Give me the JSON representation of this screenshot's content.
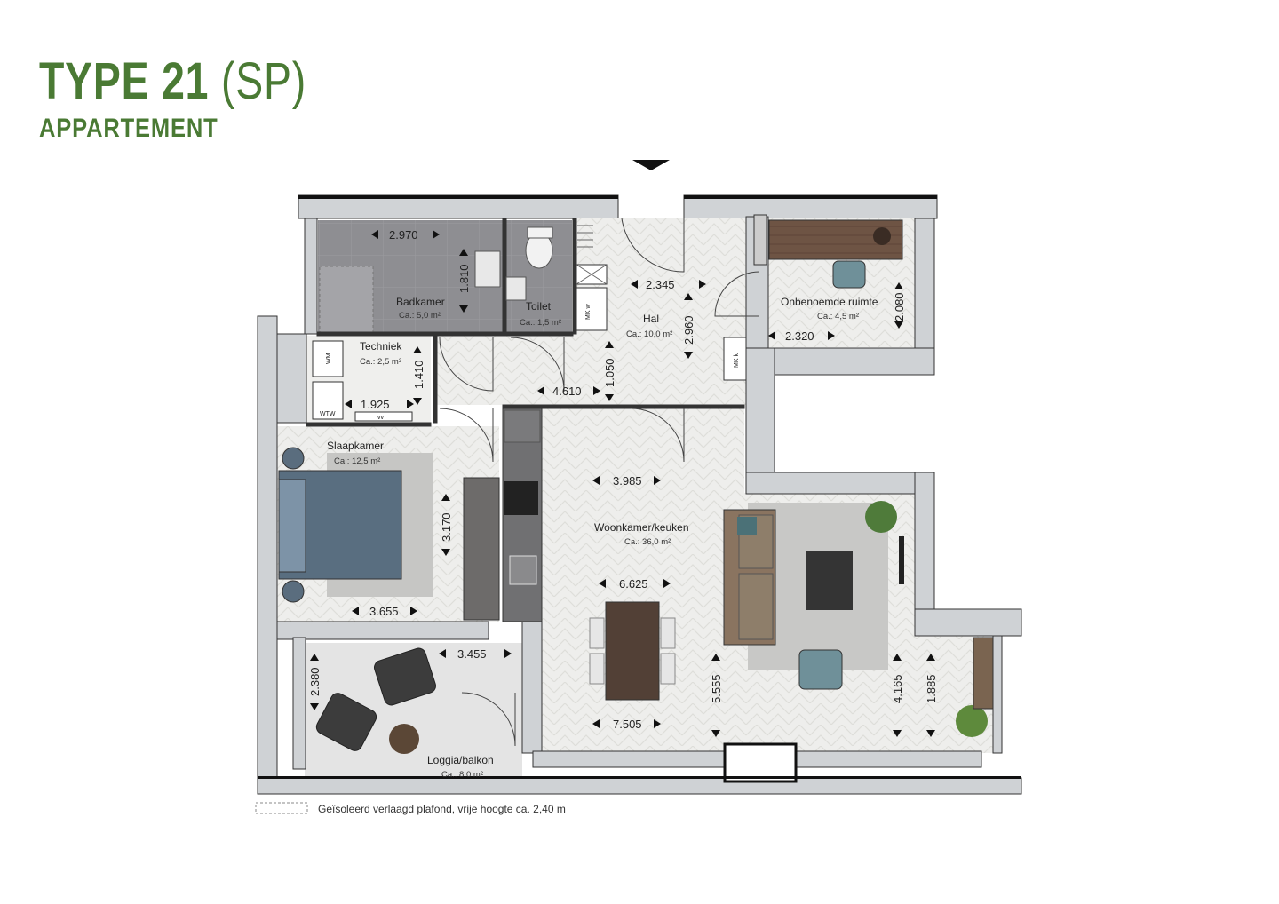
{
  "header": {
    "type_label": "TYPE 21",
    "type_suffix": "(SP)",
    "subtitle": "APPARTEMENT"
  },
  "rooms": {
    "badkamer": {
      "name": "Badkamer",
      "area": "Ca.: 5,0 m²"
    },
    "toilet": {
      "name": "Toilet",
      "area": "Ca.: 1,5 m²"
    },
    "hal": {
      "name": "Hal",
      "area": "Ca.: 10,0 m²"
    },
    "onbenoemde": {
      "name": "Onbenoemde ruimte",
      "area": "Ca.: 4,5 m²"
    },
    "techniek": {
      "name": "Techniek",
      "area": "Ca.: 2,5 m²"
    },
    "slaapkamer": {
      "name": "Slaapkamer",
      "area": "Ca.: 12,5 m²"
    },
    "woonkamer": {
      "name": "Woonkamer/keuken",
      "area": "Ca.: 36,0 m²"
    },
    "loggia": {
      "name": "Loggia/balkon",
      "area": "Ca.: 8,0 m²"
    }
  },
  "dimensions": {
    "badkamer_w": "2.970",
    "badkamer_h": "1.810",
    "hal_w": "2.345",
    "hal_h": "2.960",
    "onbenoemde_h": "2.080",
    "onbenoemde_w": "2.320",
    "techniek_h": "1.410",
    "techniek_w": "1.925",
    "gang_w": "4.610",
    "gang_h": "1.050",
    "woon_w1": "3.985",
    "slaap_h": "3.170",
    "slaap_w": "3.655",
    "woon_w2": "6.625",
    "loggia_w": "3.455",
    "loggia_h": "2.380",
    "woon_h1": "5.555",
    "woon_w3": "7.505",
    "woon_h2": "4.165",
    "woon_h3": "1.885"
  },
  "symbols": {
    "wm": "WM",
    "wtw": "WTW",
    "vv": "vv",
    "mkw": "MK w",
    "mkk": "MK k"
  },
  "legend": {
    "text": "Geïsoleerd verlaagd plafond, vrije hoogte ca. 2,40 m"
  }
}
